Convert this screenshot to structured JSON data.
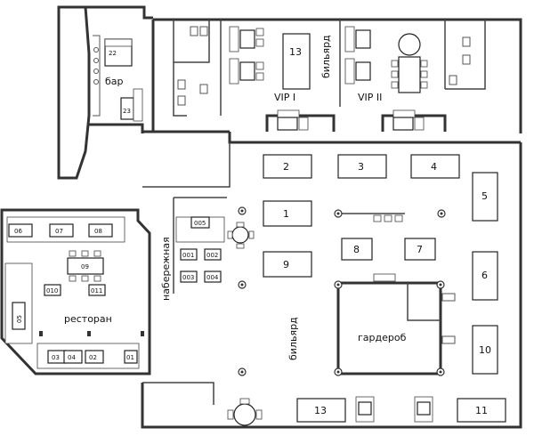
{
  "rooms": {
    "bar": "бар",
    "vip1": "VIP I",
    "vip2": "VIP II",
    "billiard_top": "бильярд",
    "billiard_main": "бильярд",
    "naberezhnaya": "набережная",
    "restoran": "ресторан",
    "garderob": "гардероб"
  },
  "billiard_tables": {
    "t1": "1",
    "t2": "2",
    "t3": "3",
    "t4": "4",
    "t5": "5",
    "t6": "6",
    "t7": "7",
    "t8": "8",
    "t9": "9",
    "t10": "10",
    "t11": "11",
    "t13a": "13",
    "t13b": "13"
  },
  "bar_tables": {
    "t22": "22",
    "t23": "23"
  },
  "terrace_tables": {
    "t001": "001",
    "t002": "002",
    "t003": "003",
    "t004": "004",
    "t005": "005"
  },
  "restaurant_tables": {
    "t01": "01",
    "t02": "02",
    "t03": "03",
    "t04": "04",
    "t05": "05",
    "t06": "06",
    "t07": "07",
    "t08": "08",
    "t09": "09",
    "t010": "010",
    "t011": "011"
  },
  "colors": {
    "wall": "#333333",
    "background": "#ffffff"
  }
}
